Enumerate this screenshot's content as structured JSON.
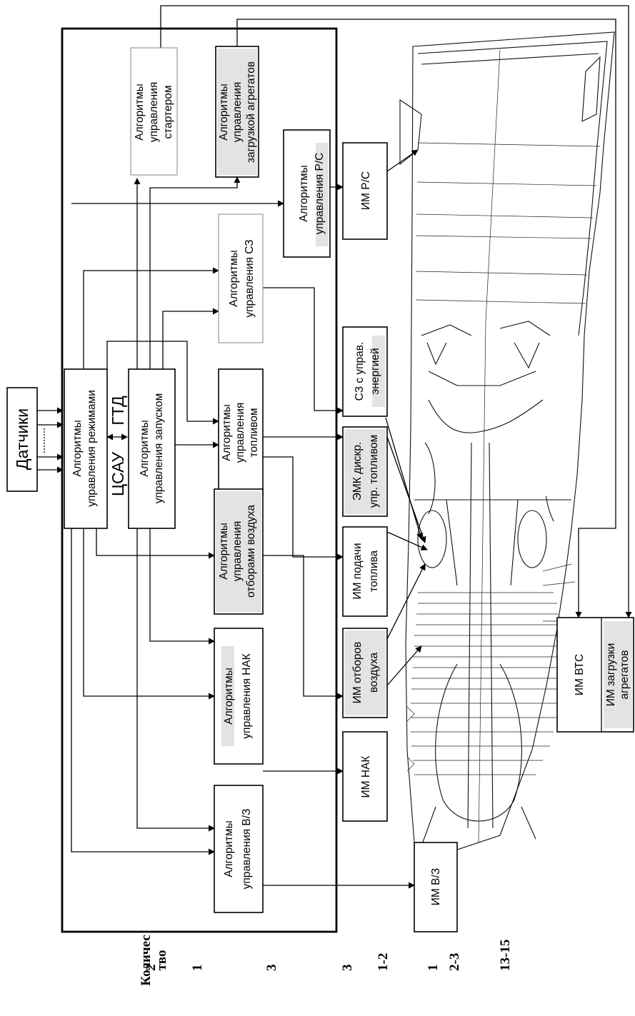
{
  "sensors": "Датчики",
  "center": {
    "tsau": "ЦСАУ",
    "gtd": "ГТД",
    "modes": [
      "Алгоритмы",
      "управления режимами"
    ],
    "start": [
      "Алгоритмы",
      "управления запуском"
    ]
  },
  "algorithms": {
    "starter": [
      "Алгоритмы",
      "управления",
      "стартером"
    ],
    "aggregates": [
      "Алгоритмы",
      "управления",
      "загрузкой агрегатов"
    ],
    "rs": [
      "Алгоритмы",
      "управления Р/С"
    ],
    "sz": [
      "Алгоритмы",
      "управления  СЗ"
    ],
    "fuel": [
      "Алгоритмы",
      "управления",
      "топливом"
    ],
    "air": [
      "Алгоритмы",
      "управления",
      "отборами воздуха"
    ],
    "nak": [
      "Алгоритмы",
      "управления НАК"
    ],
    "vz": [
      "Алгоритмы",
      "управления В/З"
    ]
  },
  "actuators": {
    "rs": "ИМ  Р/С",
    "sz": [
      "СЗ с управ.",
      "энергией"
    ],
    "emk": [
      "ЭМК  дискр.",
      "упр. топливом"
    ],
    "fuel": [
      "ИМ подачи",
      "топлива"
    ],
    "air": [
      "ИМ отборов",
      "воздуха"
    ],
    "nak": "ИМ НАК",
    "vz": "ИМ В/З",
    "vts": "ИМ ВТС",
    "agg": [
      "ИМ загрузки",
      "агрегатов"
    ]
  },
  "count": {
    "header": [
      "Количес",
      "тво"
    ],
    "values": [
      "2",
      "1",
      "3",
      "3",
      "1-2",
      "1",
      "2-3",
      "13-15"
    ]
  }
}
